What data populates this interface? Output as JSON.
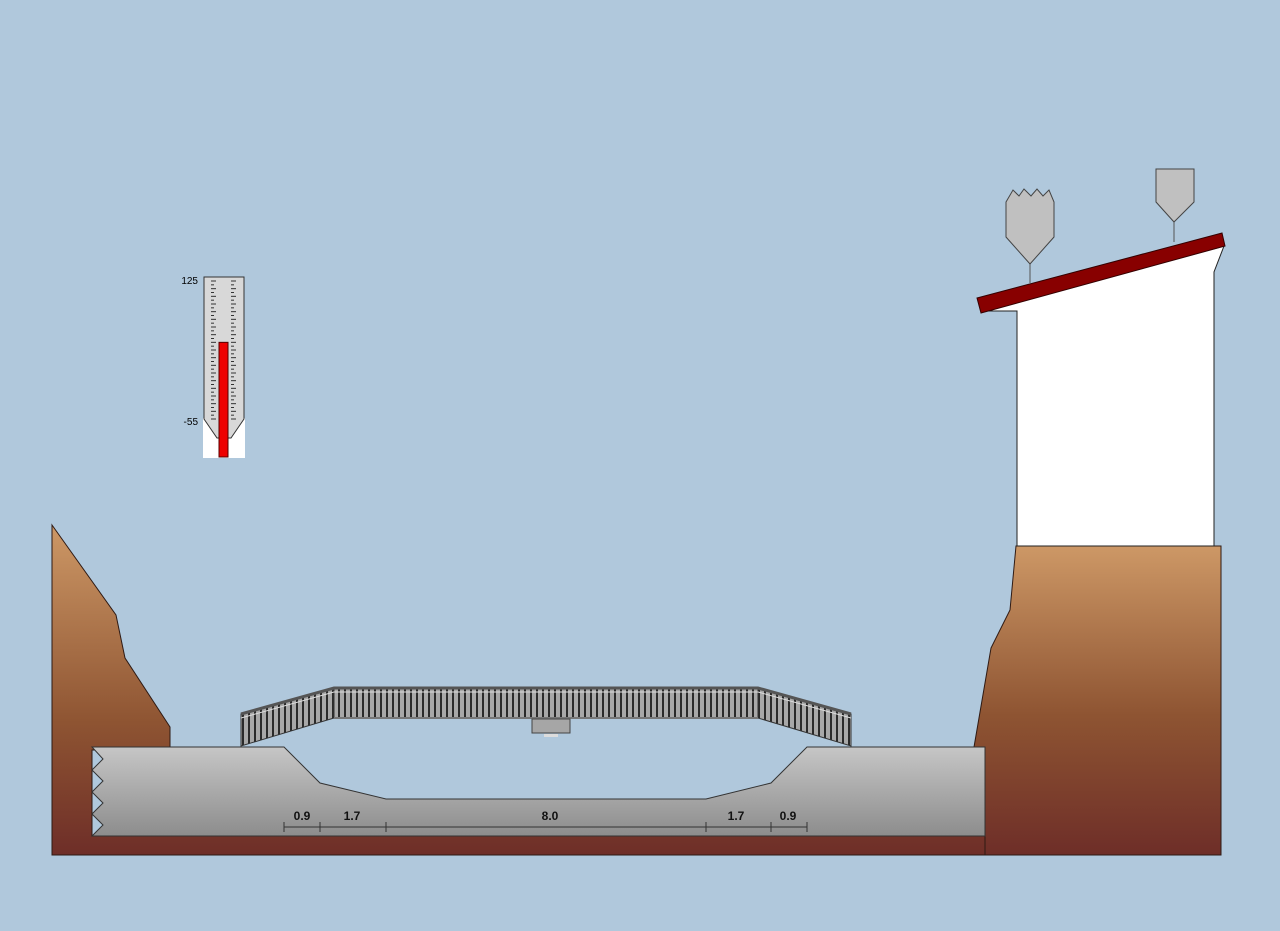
{
  "thermometer": {
    "max_label": "125",
    "min_label": "-55",
    "scale_min": -55,
    "scale_max": 125,
    "reading": 45
  },
  "dimensions": [
    {
      "id": "left-outer",
      "label": "0.9"
    },
    {
      "id": "left-inner",
      "label": "1.7"
    },
    {
      "id": "center",
      "label": "8.0"
    },
    {
      "id": "right-inner",
      "label": "1.7"
    },
    {
      "id": "right-outer",
      "label": "0.9"
    }
  ],
  "colors": {
    "background": "#b0c8dc",
    "soil_top": "#cd9866",
    "soil_bottom": "#6e2e28",
    "concrete_top": "#c4c4c4",
    "concrete_bottom": "#8e8e8e",
    "roof": "#880000",
    "building": "#ffffff",
    "mercury": "#ee0000"
  }
}
